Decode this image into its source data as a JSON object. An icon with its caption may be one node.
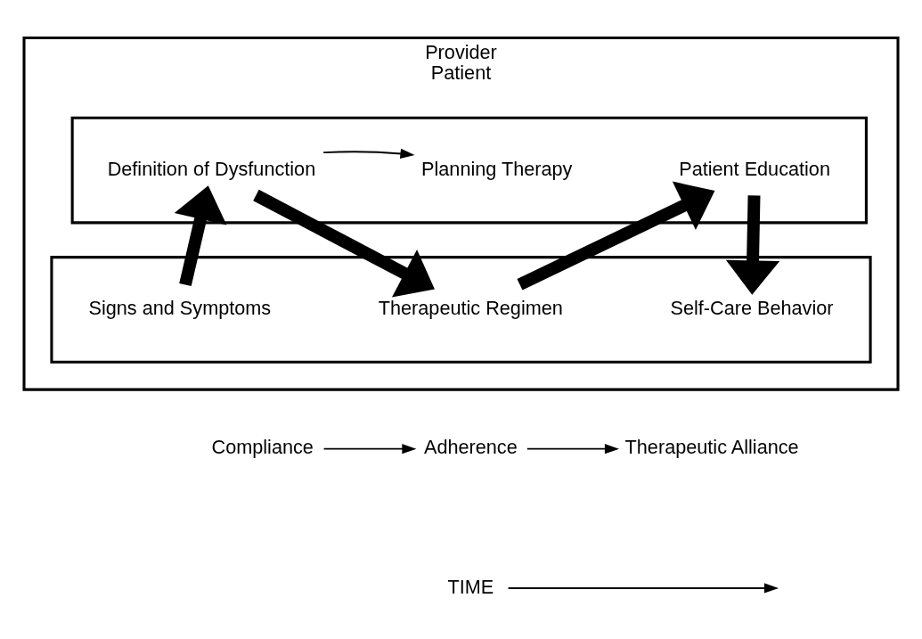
{
  "diagram": {
    "nodes": [
      {
        "text": [
          "Provider",
          "Patient"
        ]
      },
      {
        "text": [],
        "shape": "box",
        "in": 0
      },
      {
        "text": [
          "Definition of Dysfunction"
        ],
        "in": 1
      },
      {
        "text": [
          "Planning Therapy"
        ],
        "in": 1
      },
      {
        "text": [
          "Patient Education"
        ],
        "in": 1
      },
      {
        "text": [],
        "shape": "box",
        "in": 0
      },
      {
        "text": [
          "Signs and Symptoms"
        ],
        "in": 5
      },
      {
        "text": [
          "Therapeutic Regimen"
        ],
        "in": 5
      },
      {
        "text": [
          "Self-Care Behavior"
        ],
        "in": 5
      },
      {
        "text": [
          "Compliance"
        ]
      },
      {
        "text": [
          "Adherence"
        ]
      },
      {
        "text": [
          "Therapeutic Alliance"
        ]
      },
      {
        "text": [
          "TIME"
        ]
      }
    ],
    "edges": [
      {
        "from": 2,
        "to": 3,
        "arrow": "to"
      },
      {
        "from": 6,
        "to": 2,
        "arrow": "to",
        "style": "thick"
      },
      {
        "from": 2,
        "to": 7,
        "arrow": "to",
        "style": "thick"
      },
      {
        "from": 7,
        "to": 4,
        "arrow": "to",
        "style": "thick"
      },
      {
        "from": 4,
        "to": 8,
        "arrow": "to",
        "style": "thick"
      },
      {
        "from": 9,
        "to": 10,
        "arrow": "to"
      },
      {
        "from": 10,
        "to": 11,
        "arrow": "to"
      },
      {
        "from": 12,
        "to": null,
        "arrow": "to"
      }
    ]
  }
}
